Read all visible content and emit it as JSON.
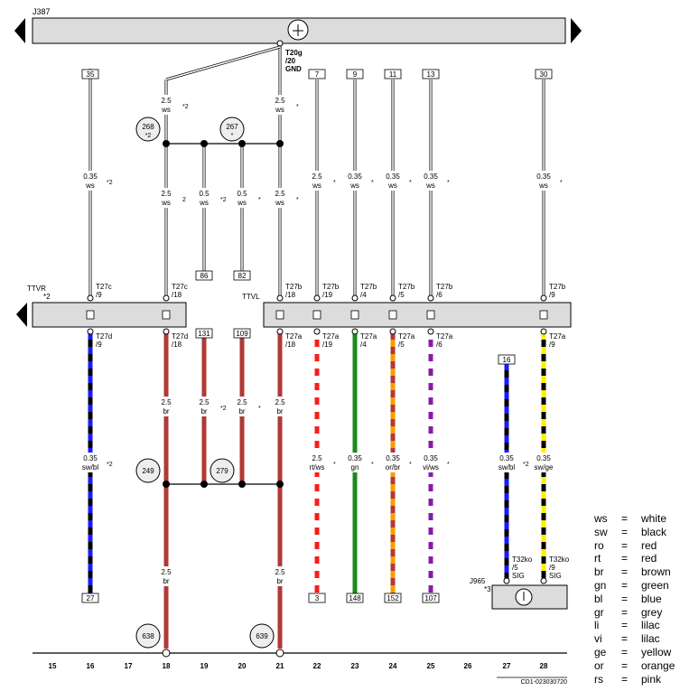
{
  "components": {
    "top_unit": "J387",
    "bottom_unit": "J965",
    "bottom_unit_note": "*3",
    "left_connector": "TTVR",
    "left_connector_note": "*2",
    "right_connector": "TTVL",
    "ground_pin": [
      "T20g",
      "/20",
      "GND"
    ]
  },
  "top_refs": [
    {
      "label": "35",
      "col": "16"
    },
    {
      "label": "7",
      "col": "22"
    },
    {
      "label": "9",
      "col": "23"
    },
    {
      "label": "11",
      "col": "24"
    },
    {
      "label": "13",
      "col": "25"
    },
    {
      "label": "30",
      "col": "28"
    }
  ],
  "mid_refs": [
    {
      "label": "86",
      "col": "19"
    },
    {
      "label": "82",
      "col": "20"
    },
    {
      "label": "131",
      "col": "19"
    },
    {
      "label": "109",
      "col": "20"
    }
  ],
  "bottom_refs": [
    {
      "label": "27",
      "col": "16"
    },
    {
      "label": "3",
      "col": "22"
    },
    {
      "label": "148",
      "col": "23"
    },
    {
      "label": "152",
      "col": "24"
    },
    {
      "label": "107",
      "col": "25"
    },
    {
      "label": "16",
      "col": "27"
    }
  ],
  "circles": [
    {
      "label": "268",
      "sub": "*2"
    },
    {
      "label": "267",
      "sub": "*"
    },
    {
      "label": "249",
      "sub": ""
    },
    {
      "label": "279",
      "sub": ""
    },
    {
      "label": "638",
      "sub": ""
    },
    {
      "label": "639",
      "sub": ""
    }
  ],
  "pins": [
    {
      "lines": [
        "T27c",
        "/9"
      ],
      "col": "16",
      "row": "upper"
    },
    {
      "lines": [
        "T27c",
        "/18"
      ],
      "col": "18",
      "row": "upper"
    },
    {
      "lines": [
        "T27b",
        "/18"
      ],
      "col": "21",
      "row": "upper"
    },
    {
      "lines": [
        "T27b",
        "/19"
      ],
      "col": "22",
      "row": "upper"
    },
    {
      "lines": [
        "T27b",
        "/4"
      ],
      "col": "23",
      "row": "upper"
    },
    {
      "lines": [
        "T27b",
        "/5"
      ],
      "col": "24",
      "row": "upper"
    },
    {
      "lines": [
        "T27b",
        "/6"
      ],
      "col": "25",
      "row": "upper"
    },
    {
      "lines": [
        "T27b",
        "/9"
      ],
      "col": "28",
      "row": "upper"
    },
    {
      "lines": [
        "T27d",
        "/9"
      ],
      "col": "16",
      "row": "lower"
    },
    {
      "lines": [
        "T27d",
        "/18"
      ],
      "col": "18",
      "row": "lower"
    },
    {
      "lines": [
        "T27a",
        "/18"
      ],
      "col": "21",
      "row": "lower"
    },
    {
      "lines": [
        "T27a",
        "/19"
      ],
      "col": "22",
      "row": "lower"
    },
    {
      "lines": [
        "T27a",
        "/4"
      ],
      "col": "23",
      "row": "lower"
    },
    {
      "lines": [
        "T27a",
        "/5"
      ],
      "col": "24",
      "row": "lower"
    },
    {
      "lines": [
        "T27a",
        "/6"
      ],
      "col": "25",
      "row": "lower"
    },
    {
      "lines": [
        "T27a",
        "/9"
      ],
      "col": "28",
      "row": "lower"
    },
    {
      "lines": [
        "T32ko",
        "/5",
        "SIG"
      ],
      "col": "27",
      "row": "j965"
    },
    {
      "lines": [
        "T32ko",
        "/9",
        "SIG"
      ],
      "col": "28",
      "row": "j965"
    }
  ],
  "wire_labels": [
    {
      "size": "2.5",
      "color": "ws",
      "note": "*2",
      "col": "18",
      "band": "top1"
    },
    {
      "size": "2.5",
      "color": "ws",
      "note": "*",
      "col": "21",
      "band": "top1"
    },
    {
      "size": "0.35",
      "color": "ws",
      "note": "*2",
      "col": "16",
      "band": "top2"
    },
    {
      "size": "2.5",
      "color": "ws",
      "note": "*",
      "col": "22",
      "band": "top2"
    },
    {
      "size": "0.35",
      "color": "ws",
      "note": "*",
      "col": "23",
      "band": "top2"
    },
    {
      "size": "0.35",
      "color": "ws",
      "note": "*",
      "col": "24",
      "band": "top2"
    },
    {
      "size": "0.35",
      "color": "ws",
      "note": "*",
      "col": "25",
      "band": "top2"
    },
    {
      "size": "0.35",
      "color": "ws",
      "note": "*",
      "col": "28",
      "band": "top2"
    },
    {
      "size": "2.5",
      "color": "ws",
      "note": "2",
      "col": "18",
      "band": "top3"
    },
    {
      "size": "0.5",
      "color": "ws",
      "note": "*2",
      "col": "19",
      "band": "top3"
    },
    {
      "size": "0.5",
      "color": "ws",
      "note": "*",
      "col": "20",
      "band": "top3"
    },
    {
      "size": "2.5",
      "color": "ws",
      "note": "*",
      "col": "21",
      "band": "top3"
    },
    {
      "size": "2.5",
      "color": "br",
      "note": "",
      "col": "18",
      "band": "low1"
    },
    {
      "size": "2.5",
      "color": "br",
      "note": "*2",
      "col": "19",
      "band": "low1"
    },
    {
      "size": "2.5",
      "color": "br",
      "note": "*",
      "col": "20",
      "band": "low1"
    },
    {
      "size": "2.5",
      "color": "br",
      "note": "",
      "col": "21",
      "band": "low1"
    },
    {
      "size": "0.35",
      "color": "sw/bl",
      "note": "*2",
      "col": "16",
      "band": "low2"
    },
    {
      "size": "2.5",
      "color": "rt/ws",
      "note": "*",
      "col": "22",
      "band": "low2"
    },
    {
      "size": "0.35",
      "color": "gn",
      "note": "*",
      "col": "23",
      "band": "low2"
    },
    {
      "size": "0.35",
      "color": "or/br",
      "note": "*",
      "col": "24",
      "band": "low2"
    },
    {
      "size": "0.35",
      "color": "vi/ws",
      "note": "*",
      "col": "25",
      "band": "low2"
    },
    {
      "size": "0.35",
      "color": "sw/bl",
      "note": "*2",
      "col": "27",
      "band": "low2"
    },
    {
      "size": "0.35",
      "color": "sw/ge",
      "note": "",
      "col": "28",
      "band": "low2"
    },
    {
      "size": "2.5",
      "color": "br",
      "note": "",
      "col": "18",
      "band": "low3"
    },
    {
      "size": "2.5",
      "color": "br",
      "note": "",
      "col": "21",
      "band": "low3"
    }
  ],
  "wire_colors": {
    "sw/bl": [
      "#000000",
      "#1a1aff"
    ],
    "br": [
      "#b03a36",
      "#b03a36"
    ],
    "rt/ws": [
      "#ff1a1a",
      "#ffffff"
    ],
    "gn": [
      "#1a8a1a",
      "#1a8a1a"
    ],
    "or/br": [
      "#ff9900",
      "#b03a36"
    ],
    "vi/ws": [
      "#8a1aa8",
      "#ffffff"
    ],
    "sw/ge": [
      "#000000",
      "#ffee00"
    ]
  },
  "columns": [
    "15",
    "16",
    "17",
    "18",
    "19",
    "20",
    "21",
    "22",
    "23",
    "24",
    "25",
    "26",
    "27",
    "28"
  ],
  "footer_code": "CD1-023030720",
  "legend": [
    {
      "abbr": "ws",
      "name": "white"
    },
    {
      "abbr": "sw",
      "name": "black"
    },
    {
      "abbr": "ro",
      "name": "red"
    },
    {
      "abbr": "rt",
      "name": "red"
    },
    {
      "abbr": "br",
      "name": "brown"
    },
    {
      "abbr": "gn",
      "name": "green"
    },
    {
      "abbr": "bl",
      "name": "blue"
    },
    {
      "abbr": "gr",
      "name": "grey"
    },
    {
      "abbr": "li",
      "name": "lilac"
    },
    {
      "abbr": "vi",
      "name": "lilac"
    },
    {
      "abbr": "ge",
      "name": "yellow"
    },
    {
      "abbr": "or",
      "name": "orange"
    },
    {
      "abbr": "rs",
      "name": "pink"
    }
  ],
  "legend_eq": "="
}
